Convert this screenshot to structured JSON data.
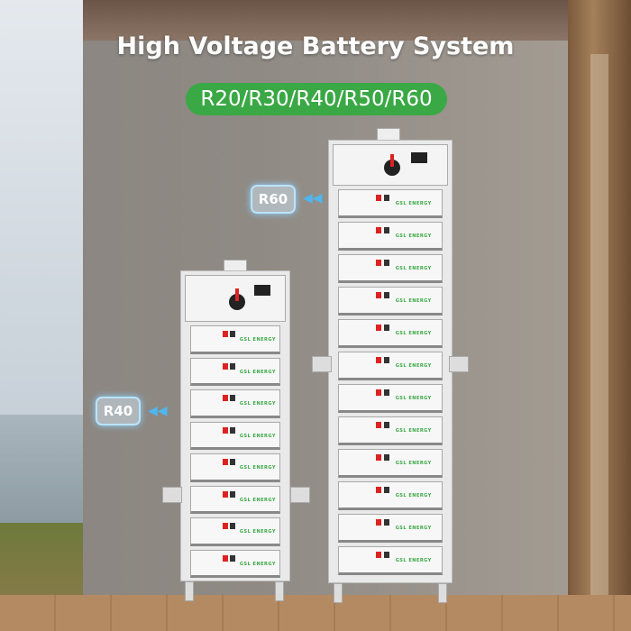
{
  "title": "High Voltage Battery System",
  "models_badge": "R20/R30/R40/R50/R60",
  "labels": {
    "left_tower": "R40",
    "right_tower": "R60"
  },
  "brand": "GSL ENERGY",
  "towers": {
    "left_modules": 8,
    "right_modules": 12
  },
  "colors": {
    "accent": "#3aa845",
    "title": "#ffffff"
  }
}
